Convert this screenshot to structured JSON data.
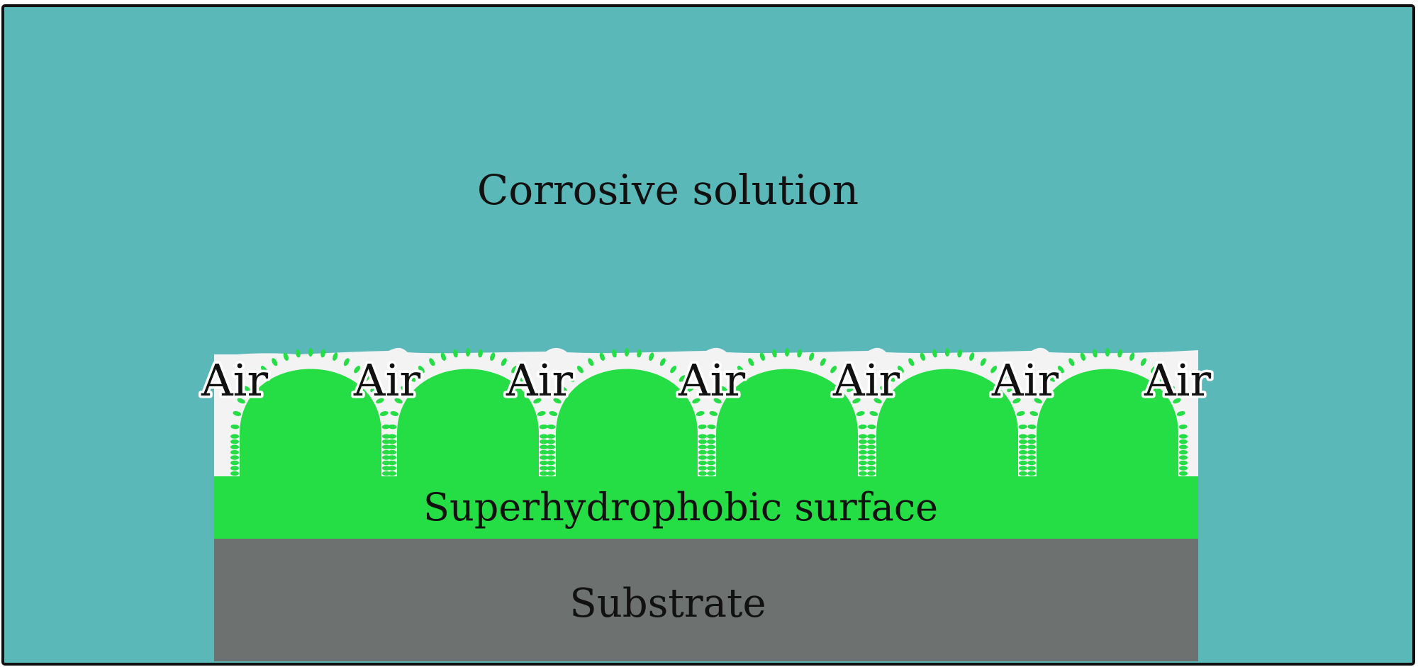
{
  "labels": {
    "solution": "Corrosive solution",
    "surface": "Superhydrophobic surface",
    "substrate": "Substrate",
    "air": [
      "Air",
      "Air",
      "Air",
      "Air",
      "Air",
      "Air",
      "Air"
    ]
  },
  "colors": {
    "solution": "#5bb8b9",
    "air_pocket": "#f3f3f3",
    "surface": "#25dd44",
    "substrate": "#6d716f",
    "frame": "#111111"
  }
}
